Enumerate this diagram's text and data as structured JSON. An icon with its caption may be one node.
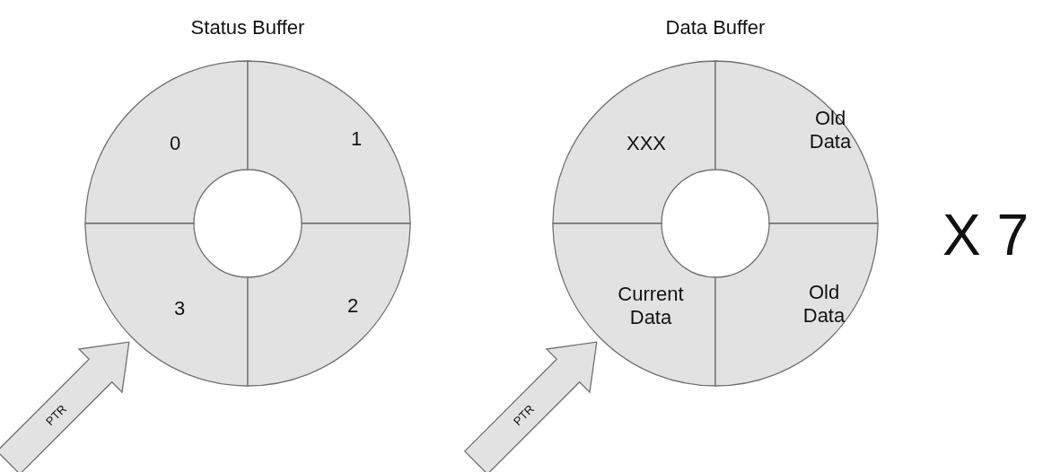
{
  "diagram": {
    "nodes": [
      {
        "text": [
          "Status Buffer"
        ]
      },
      {
        "text": [
          "0"
        ],
        "in": 0
      },
      {
        "text": [
          "1"
        ],
        "in": 0
      },
      {
        "text": [
          "3"
        ],
        "in": 0
      },
      {
        "text": [
          "2"
        ],
        "in": 0
      },
      {
        "text": [
          "Data Buffer"
        ]
      },
      {
        "text": [
          "XXX"
        ],
        "in": 5
      },
      {
        "text": [
          "Old Data"
        ],
        "in": 5
      },
      {
        "text": [
          "Current Data"
        ],
        "in": 5
      },
      {
        "text": [
          "Old Data"
        ],
        "in": 5
      }
    ],
    "edges": [
      {
        "from": null,
        "to": 3,
        "arrow": "to",
        "label": "PTR",
        "style": "thick"
      },
      {
        "from": null,
        "to": 8,
        "arrow": "to",
        "label": "PTR",
        "style": "thick"
      }
    ],
    "labels": [
      "X 7"
    ]
  }
}
